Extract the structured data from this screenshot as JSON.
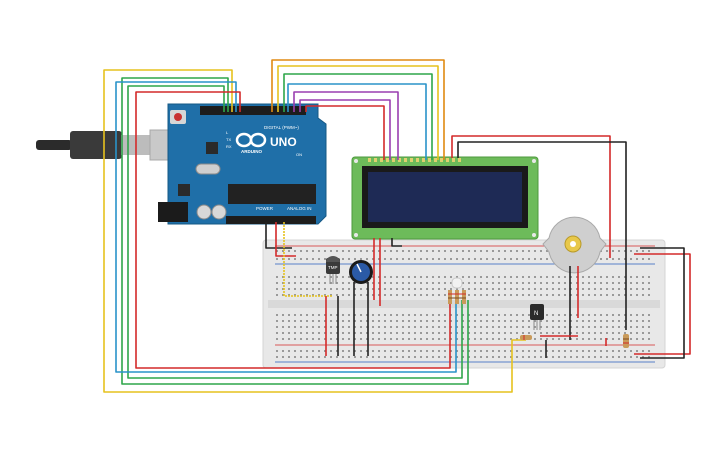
{
  "arduino": {
    "logo": "UNO",
    "brand": "ARDUINO",
    "digital_label": "DIGITAL (PWM~)",
    "power_label": "POWER",
    "analog_label": "ANALOG IN",
    "tx_label": "TX",
    "rx_label": "RX",
    "l_label": "L",
    "on_label": "ON"
  },
  "components": {
    "temp_sensor_label": "TMP",
    "transistor_label": "N"
  },
  "colors": {
    "wire_red": "#d42a2a",
    "wire_black": "#222222",
    "wire_yellow": "#e6c21e",
    "wire_green": "#2ea64a",
    "wire_blue": "#2a93c9",
    "wire_orange": "#e08a12",
    "wire_purple": "#9a3fb0",
    "board_blue": "#1f6fa8",
    "lcd_green": "#6dbb5a",
    "lcd_screen": "#1e2a55",
    "breadboard": "#e6e6e6"
  }
}
